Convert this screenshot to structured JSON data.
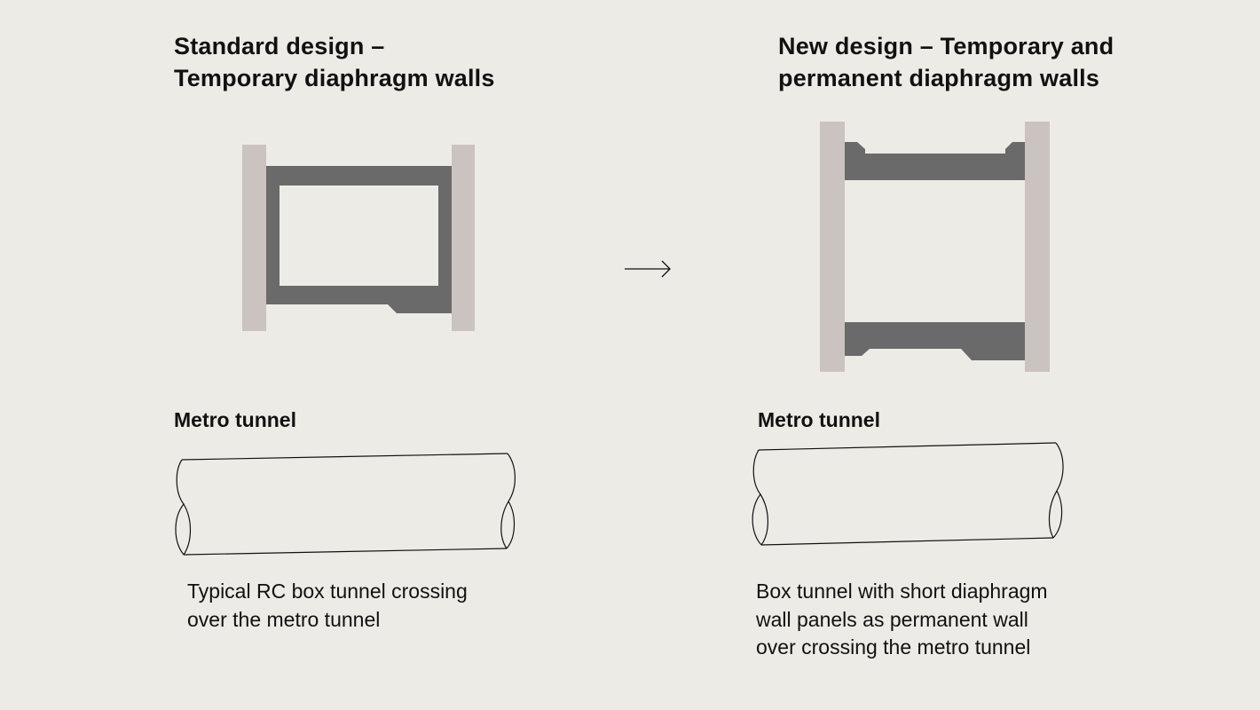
{
  "standard": {
    "title_line1": "Standard design –",
    "title_line2": "Temporary diaphragm walls",
    "tunnel_label": "Metro tunnel",
    "caption_line1": "Typical RC box tunnel crossing",
    "caption_line2": "over the metro tunnel"
  },
  "new": {
    "title_line1": "New design – Temporary and",
    "title_line2": "permanent diaphragm walls",
    "tunnel_label": "Metro tunnel",
    "caption_line1": "Box tunnel with short diaphragm",
    "caption_line2": "wall panels as permanent wall",
    "caption_line3": "over crossing the metro tunnel"
  },
  "colors": {
    "background": "#edebe6",
    "diaphragm_wall": "#cbc3bf",
    "box_structure": "#6a6a6a",
    "outline": "#111111"
  },
  "icons": {
    "transition": "arrow-right-icon"
  }
}
